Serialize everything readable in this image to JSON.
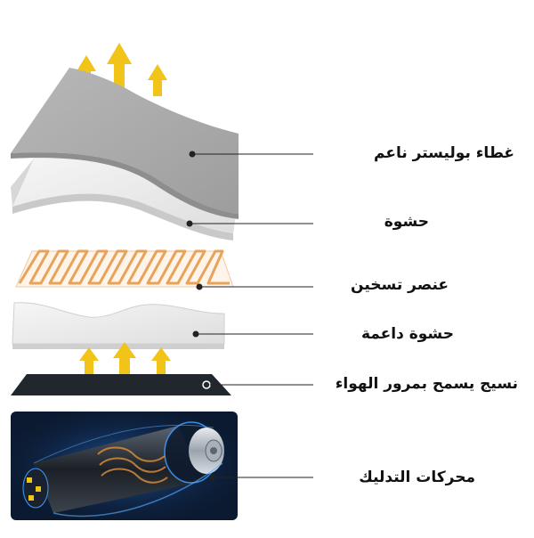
{
  "layers": [
    {
      "id": "cover",
      "label": "غطاء بوليستر ناعم"
    },
    {
      "id": "filling",
      "label": "حشوة"
    },
    {
      "id": "heating",
      "label": "عنصر تسخين"
    },
    {
      "id": "support",
      "label": "حشوة داعمة"
    },
    {
      "id": "mesh",
      "label": "نسيج يسمح بمرور الهواء"
    },
    {
      "id": "motors",
      "label": "محركات التدليك"
    }
  ],
  "colors": {
    "arrow": "#f2c318",
    "cover": "#a9a9a9",
    "filling": "#ececec",
    "heating_wire": "#e8a35a",
    "mesh": "#22262d",
    "motor_bg": "#0b1a30",
    "motor_glow": "#2f8bff"
  }
}
